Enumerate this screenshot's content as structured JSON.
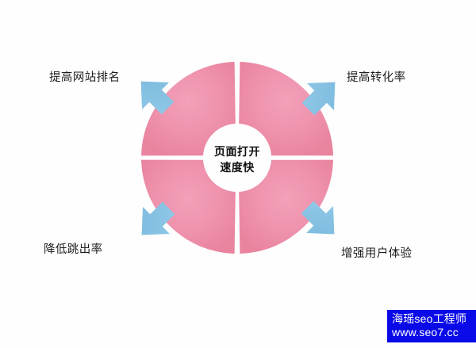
{
  "diagram": {
    "type": "donut-radial",
    "center": {
      "lines": [
        "页面打开",
        "速度快"
      ],
      "full_text": "页面打开速度快"
    },
    "segments": [
      {
        "position": "top-left",
        "label": "提高网站排名",
        "arrow": "arrow-up-left-icon",
        "color": "#ef8fad"
      },
      {
        "position": "top-right",
        "label": "提高转化率",
        "arrow": "arrow-up-right-icon",
        "color": "#ef8fad"
      },
      {
        "position": "bottom-left",
        "label": "降低跳出率",
        "arrow": "arrow-down-left-icon",
        "color": "#ef8fad"
      },
      {
        "position": "bottom-right",
        "label": "增强用户体验",
        "arrow": "arrow-down-right-icon",
        "color": "#ef8fad"
      }
    ],
    "colors": {
      "ring": "#ef8fad",
      "arrow": "#85c1e3",
      "background": "#fefefe",
      "text": "#1d1d1d",
      "center_text": "#111111"
    }
  },
  "watermark": {
    "line1": "海瑶seo工程师",
    "line2": "www.seo7.cc",
    "background": "#0a0ae8",
    "text_color": "#ffffff"
  }
}
